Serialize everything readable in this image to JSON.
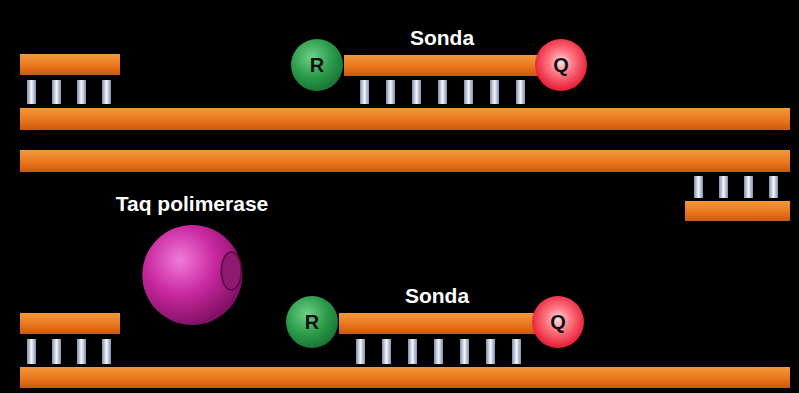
{
  "diagram": {
    "nodes": [
      {
        "text": [
          "Sonda"
        ]
      },
      {
        "text": [
          "R"
        ]
      },
      {
        "text": [
          "Q"
        ]
      },
      {
        "text": [
          "Taq polimerase"
        ]
      },
      {
        "text": [
          "Sonda"
        ]
      },
      {
        "text": [
          "R"
        ]
      },
      {
        "text": [
          "Q"
        ]
      }
    ]
  }
}
